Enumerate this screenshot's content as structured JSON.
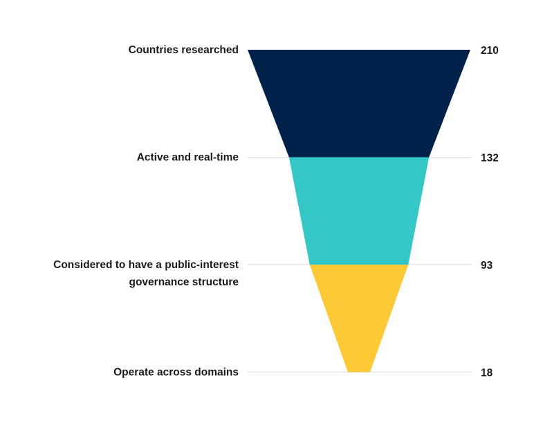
{
  "chart_data": {
    "type": "funnel",
    "title": "",
    "categories": [
      "Countries researched",
      "Active and real-time",
      "Considered to have a public-interest governance structure",
      "Operate across domains"
    ],
    "label_lines": [
      [
        "Countries researched"
      ],
      [
        "Active and real-time"
      ],
      [
        "Considered to have a public-interest",
        "governance structure"
      ],
      [
        "Operate across domains"
      ]
    ],
    "values": [
      210,
      132,
      93,
      18
    ],
    "colors": [
      "#00214A",
      "#35C7C6",
      "#FDC936"
    ],
    "gridline_color": "#DDDDDD"
  }
}
